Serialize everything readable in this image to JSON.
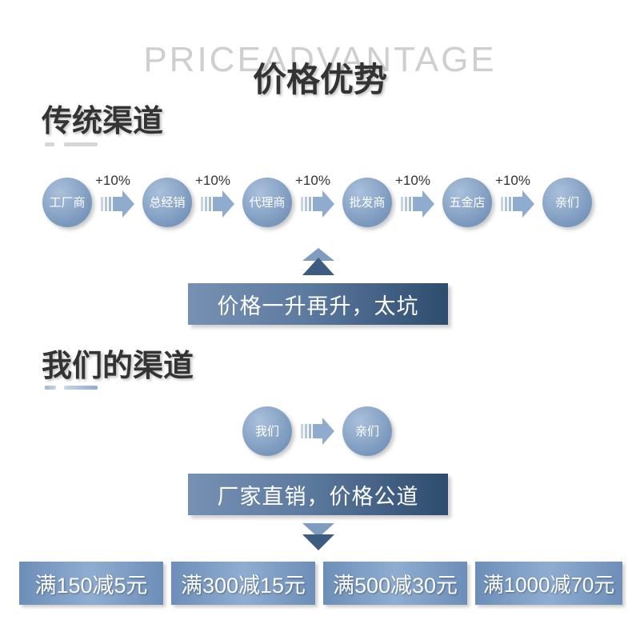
{
  "header": {
    "watermark": "PRICEADVANTAGE",
    "title": "价格优势"
  },
  "traditional": {
    "title": "传统渠道",
    "nodes": [
      "工厂商",
      "总经销",
      "代理商",
      "批发商",
      "五金店",
      "亲们"
    ],
    "markups": [
      "+10%",
      "+10%",
      "+10%",
      "+10%",
      "+10%"
    ],
    "banner": "价格一升再升，太坑"
  },
  "ours": {
    "title": "我们的渠道",
    "nodes": [
      "我们",
      "亲们"
    ],
    "banner": "厂家直销，价格公道"
  },
  "promotions": [
    "满150减5元",
    "满300减15元",
    "满500减30元",
    "满1000减70元"
  ],
  "colors": {
    "circle": "#7d9bbf",
    "banner_dark": "#2e4c6e",
    "banner_light": "#7691b3",
    "underline_light": "#d9d9d9",
    "underline_blue": "#9fb7d3",
    "promo": "#7d9ec6"
  }
}
